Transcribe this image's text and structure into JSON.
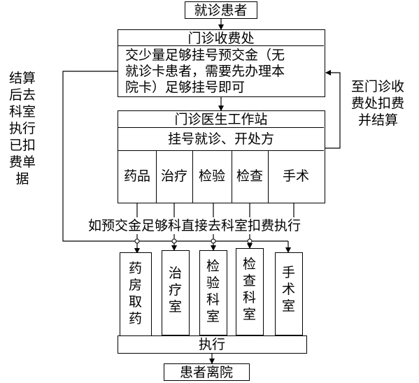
{
  "nodes": {
    "start": "就诊患者",
    "cashier_title": "门诊收费处",
    "cashier_body": [
      "交少量足够挂号预交金（无",
      "就诊卡患者，需要先办理本",
      "院卡）足够挂号即可"
    ],
    "doctor_title": "门诊医生工作站",
    "doctor_action": "挂号就诊、开处方",
    "orders": [
      "药品",
      "治疗",
      "检验",
      "检查",
      "手术"
    ],
    "dept_note": "如预交金足够科直接去科室扣费执行",
    "depts": [
      "药房取药",
      "治疗室",
      "检验科室",
      "检查科室",
      "手术室"
    ],
    "execute": "执行",
    "end": "患者离院"
  },
  "side_notes": {
    "left": "结算后去科室执行已扣费单据",
    "right": [
      "至门诊收",
      "费处扣费",
      "并结算"
    ]
  }
}
